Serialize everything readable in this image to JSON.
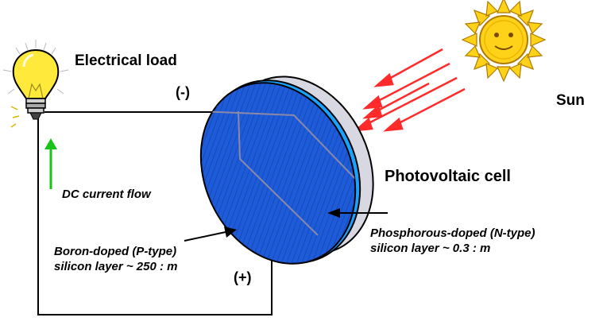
{
  "labels": {
    "electrical_load": "Electrical load",
    "sun": "Sun",
    "photovoltaic_cell": "Photovoltaic cell",
    "negative_terminal": "(-)",
    "positive_terminal": "(+)",
    "dc_current_flow": "DC current flow",
    "p_layer_line1": "Boron-doped (P-type)",
    "p_layer_line2": "silicon layer ~ 250 : m",
    "n_layer_line1": "Phosphorous-doped (N-type)",
    "n_layer_line2": "silicon layer ~ 0.3 : m"
  },
  "colors": {
    "sun_rays": "#ff2a2a",
    "sun_body": "#ffd21a",
    "bulb": "#ffe93a",
    "cell_front": "#1e5bd8",
    "cell_edge": "#19a3ff",
    "cell_back": "#d8d8e2",
    "current_arrow": "#18c418",
    "wire": "#000000"
  },
  "icons": [
    "light-bulb-icon",
    "sun-icon"
  ]
}
